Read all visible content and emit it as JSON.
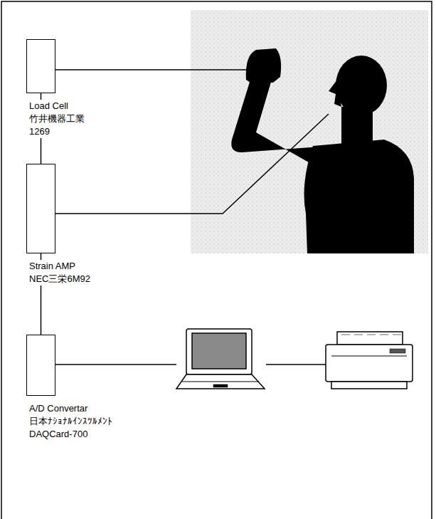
{
  "diagram": {
    "nodes": [
      {
        "text": [
          "Load Cell",
          "竹井機器工業",
          "1269"
        ]
      },
      {
        "text": [
          "Strain AMP",
          "NEC三栄6M92"
        ]
      },
      {
        "text": [
          "A/D Convertar",
          "日本ﾅｼｮﾅﾙｲﾝｽﾂﾙﾒﾝﾄ",
          "DAQCard-700"
        ]
      }
    ],
    "edges": [
      {
        "from": 0,
        "to": 1,
        "arrow": "none"
      },
      {
        "from": 1,
        "to": 2,
        "arrow": "none"
      }
    ]
  }
}
